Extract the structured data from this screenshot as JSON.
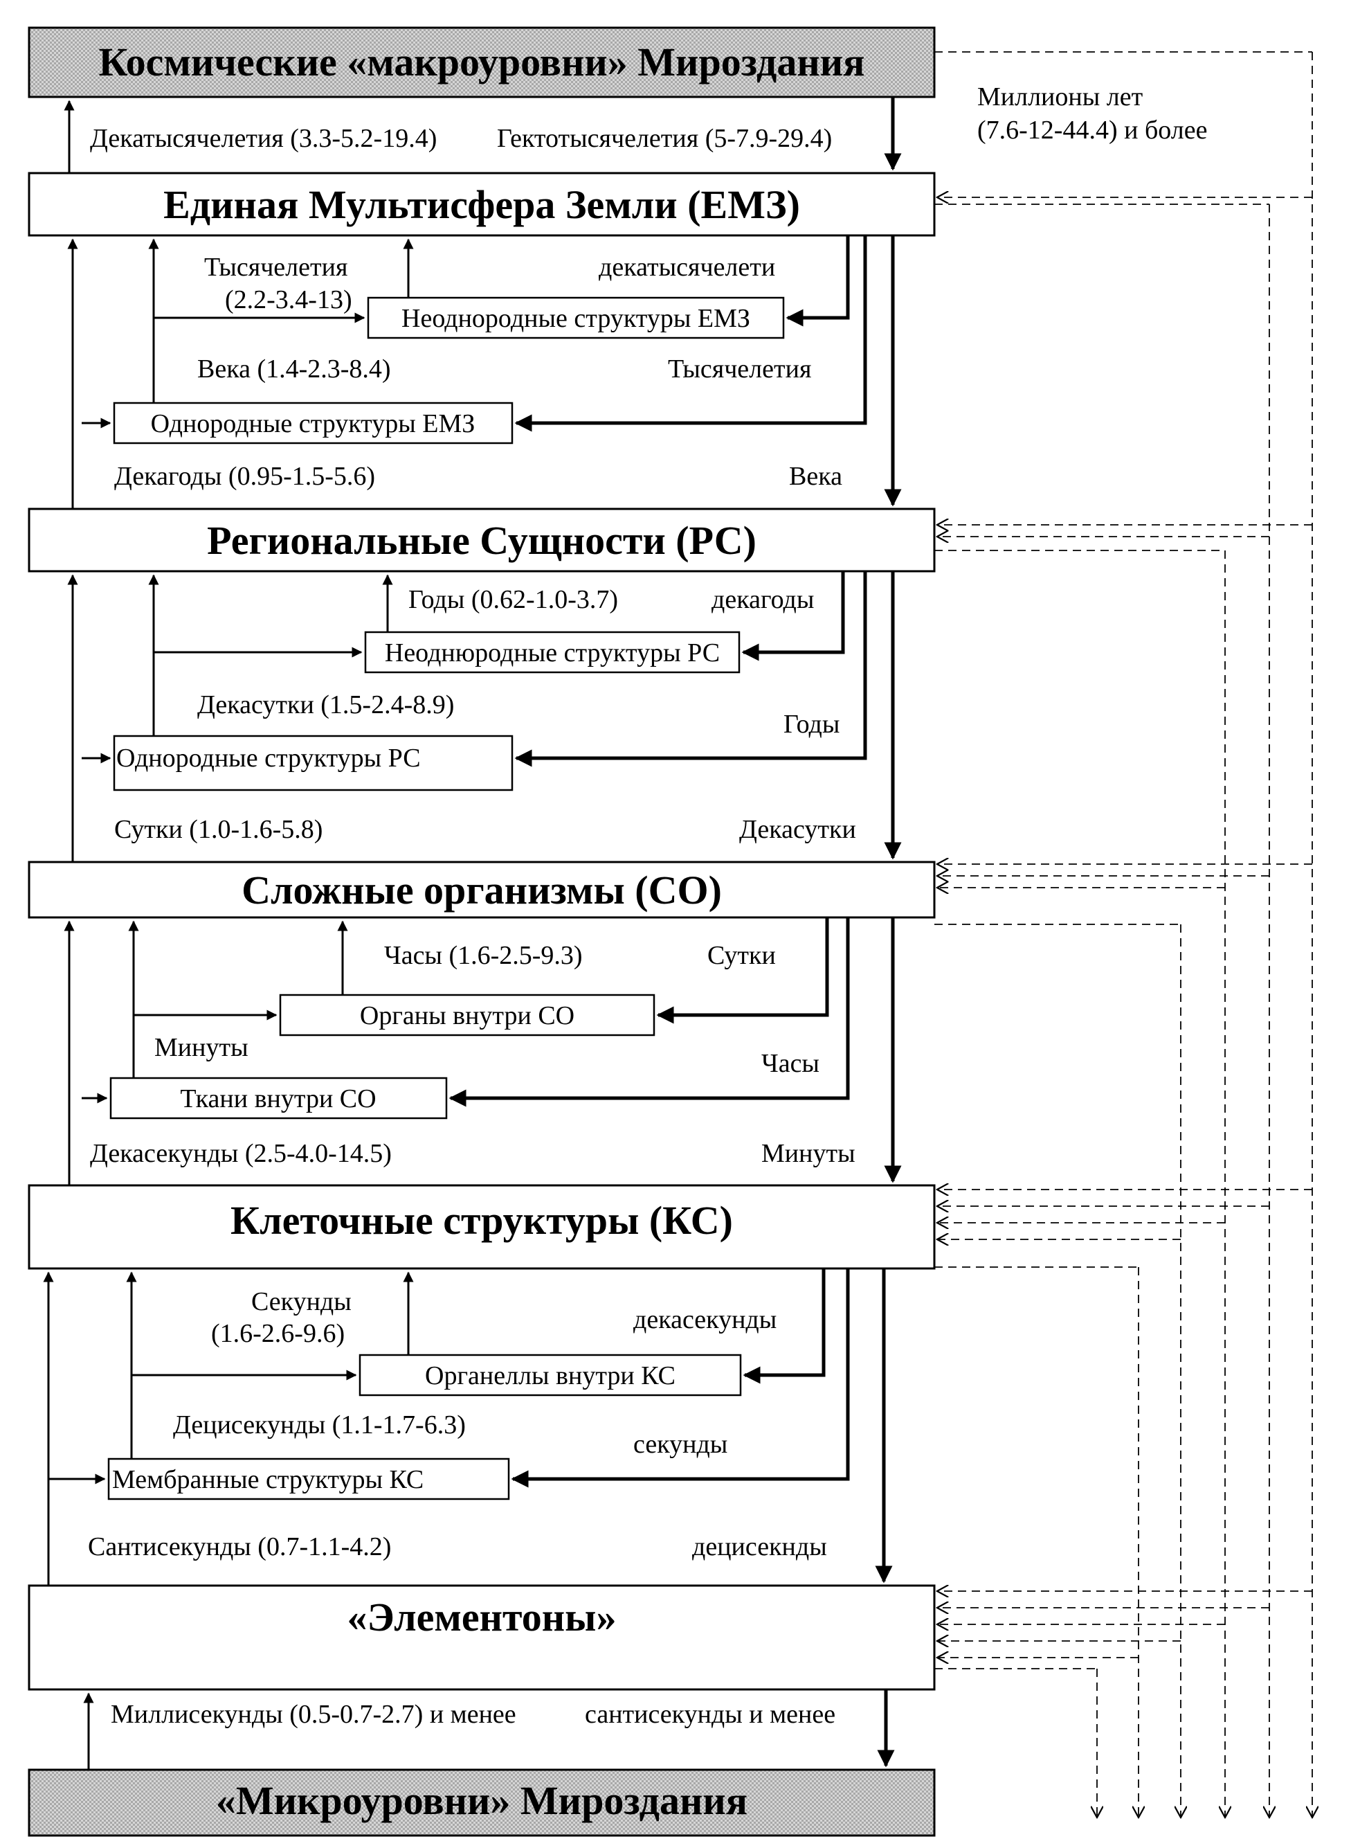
{
  "levels": {
    "cosmic": "Космические «макроуровни» Мироздания",
    "ems": "Единая Мультисфера Земли (ЕМЗ)",
    "rs": "Региональные Сущности (РС)",
    "so": "Сложные организмы (СО)",
    "ks": "Клеточные структуры (КС)",
    "elem": "«Элементоны»",
    "micro": "«Микроуровни» Мироздания"
  },
  "substructures": {
    "ems_hetero": "Неоднородные структуры ЕМЗ",
    "ems_homo": "Однородные структуры ЕМЗ",
    "rs_hetero": "Неоднюродные структуры РС",
    "rs_homo": "Однородные структуры РС",
    "so_organs": "Органы внутри СО",
    "so_tissues": "Ткани внутри СО",
    "ks_organelles": "Органеллы внутри КС",
    "ks_membranes": "Мембранные структуры КС"
  },
  "labels": {
    "cosmic_ems_up": "Декатысячелетия (3.3-5.2-19.4)",
    "cosmic_ems_down": "Гектотысячелетия (5-7.9-29.4)",
    "millions_1": "Миллионы лет",
    "millions_2": "(7.6-12-44.4) и более",
    "ems_millennia_1": "Тысячелетия",
    "ems_millennia_2": "(2.2-3.4-13)",
    "ems_decamillennia": "декатысячелети",
    "ems_centuries": "Века (1.4-2.3-8.4)",
    "ems_millennia_down": "Тысячелетия",
    "ems_decades": "Декагоды (0.95-1.5-5.6)",
    "ems_centuries_down": "Века",
    "rs_years": "Годы (0.62-1.0-3.7)",
    "rs_decades_down": "декагоды",
    "rs_decadays": "Декасутки (1.5-2.4-8.9)",
    "rs_years_down": "Годы",
    "rs_days": "Сутки (1.0-1.6-5.8)",
    "rs_decadays_down": "Декасутки",
    "so_hours": "Часы (1.6-2.5-9.3)",
    "so_days_down": "Сутки",
    "so_minutes": "Минуты",
    "so_hours_down": "Часы",
    "so_decaseconds": "Декасекунды (2.5-4.0-14.5)",
    "so_minutes_down": "Минуты",
    "ks_seconds_1": "Секунды",
    "ks_seconds_2": "(1.6-2.6-9.6)",
    "ks_decaseconds_down": "декасекунды",
    "ks_deciseconds": "Децисекунды (1.1-1.7-6.3)",
    "ks_seconds_down": "секунды",
    "ks_centiseconds": "Сантисекунды (0.7-1.1-4.2)",
    "ks_deciseconds_down": "децисекнды",
    "elem_milliseconds": "Миллисекунды (0.5-0.7-2.7) и менее",
    "elem_centiseconds_down": "сантисекунды и менее"
  },
  "colors": {
    "stroke": "#000000",
    "hatch": "#bdbdbd",
    "background": "#ffffff"
  }
}
